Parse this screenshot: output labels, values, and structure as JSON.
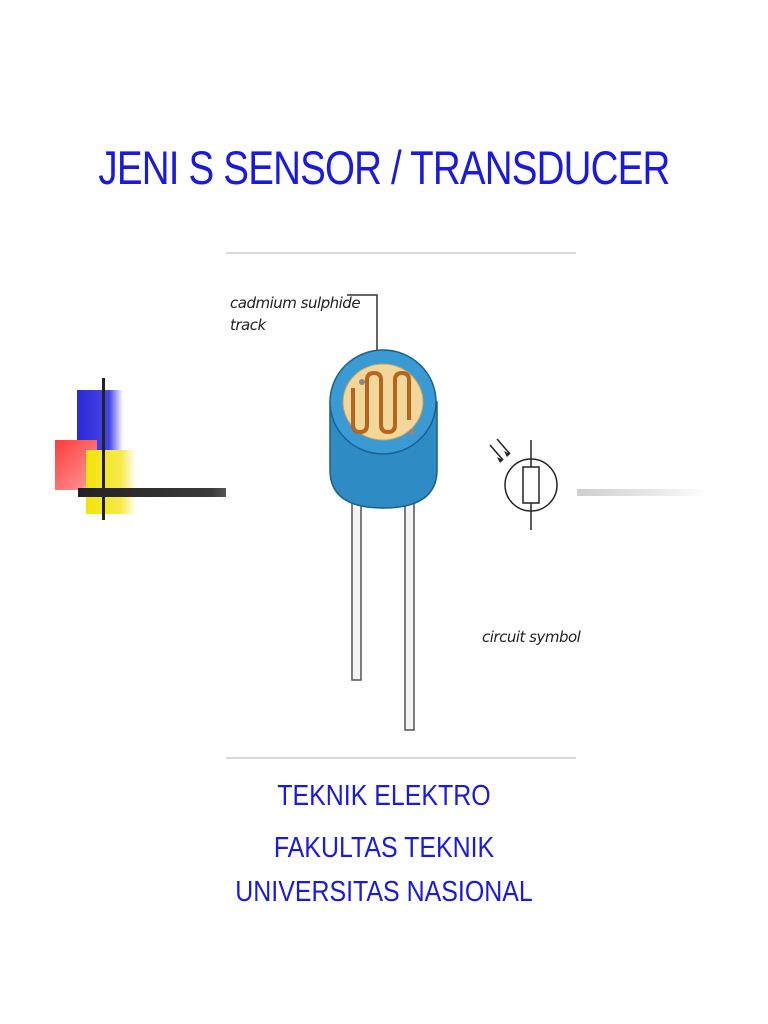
{
  "slide": {
    "title": "JENI S SENSOR / TRANSDUCER",
    "diagram_labels": {
      "cds_line1": "cadmium sulphide",
      "cds_line2": "track",
      "circuit": "circuit symbol"
    },
    "footer": {
      "line1": "TEKNIK ELEKTRO",
      "line2": "FAKULTAS TEKNIK",
      "line3": "UNIVERSITAS NASIONAL"
    }
  },
  "colors": {
    "title": "#1a1adf",
    "ldr_body": "#2f8bc4",
    "ldr_face": "#f3d79a",
    "track": "#b5651d"
  }
}
